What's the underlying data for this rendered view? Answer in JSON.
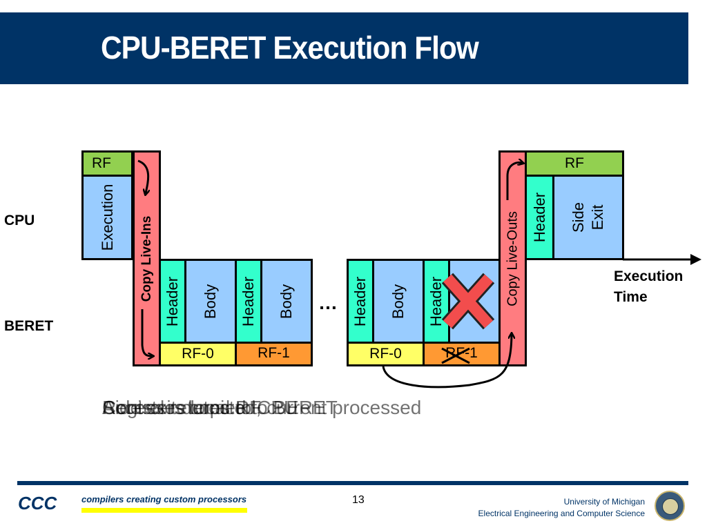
{
  "title": "CPU-BERET Execution Flow",
  "labels": {
    "cpu": "CPU",
    "beret": "BERET",
    "execution_time_line1": "Execution",
    "execution_time_line2": "Time",
    "ellipsis": "…"
  },
  "blocks": {
    "rf_left": "RF",
    "execution": "Execution",
    "copy_live_ins": "Copy Live-Ins",
    "header": "Header",
    "body": "Body",
    "rf0": "RF-0",
    "rf1": "RF-1",
    "copy_live_outs": "Copy Live-Outs",
    "rf_right": "RF",
    "side_exit": "Side Exit"
  },
  "captions": [
    "Registers copied to BERET",
    "Accesses local RF",
    "Side exit detected, current processed",
    "Control returns to CPU"
  ],
  "colors": {
    "header_bg": "#003366",
    "execution": "#99ccff",
    "rf": "#92d050",
    "header_block": "#33ffcc",
    "copy": "#ff7c80",
    "rf0": "#ffff66",
    "rf1": "#ff9933",
    "cancel_x": "#f24d4d"
  },
  "footer": {
    "logo": "CCC",
    "tagline": "compilers creating custom processors",
    "page": "13",
    "university": "University of Michigan",
    "department": "Electrical Engineering and Computer Science"
  }
}
